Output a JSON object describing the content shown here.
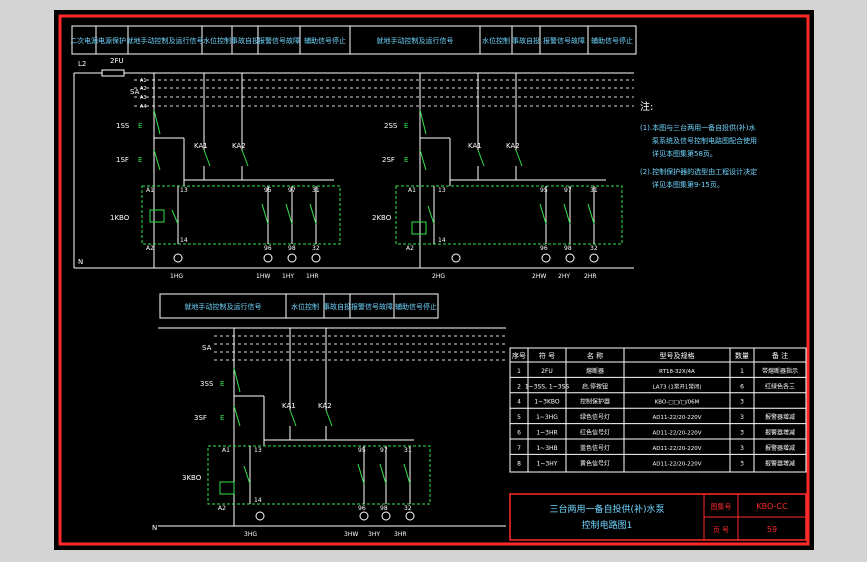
{
  "colors": {
    "frame": "#ff2a2a",
    "line": "#ffffff",
    "dash": "#d8d8d8",
    "wire": "#33e64d",
    "cyan": "#6fd6ff",
    "text": "#ffffff",
    "accent": "#ffd54a"
  },
  "header1": [
    "二次电源",
    "电源保护",
    "就地手动控制及运行信号",
    "水位控制",
    "事故自投",
    "报警信号故障",
    "辅助信号停止"
  ],
  "header2": [
    "就地手动控制及运行信号",
    "水位控制",
    "事故自投",
    "报警信号故障",
    "辅助信号停止"
  ],
  "header3": [
    "就地手动控制及运行信号",
    "水位控制",
    "事故自投",
    "报警信号故障",
    "辅助信号停止"
  ],
  "bus": {
    "l2": "L2",
    "fu": "2FU",
    "sa": "SA",
    "n": "N",
    "term_a1": "A1",
    "term_a2": "A2",
    "term_a3": "A3",
    "term_a4": "A4"
  },
  "ckt1": {
    "ss": "1SS",
    "sf": "1SF",
    "kbo": "1KBO",
    "ka1": "KA1",
    "ka2": "KA2",
    "hg": "1HG",
    "hr": "1HR",
    "hy": "1HY",
    "hw": "1HW",
    "e1": "E",
    "e2": "E",
    "a1": "A1",
    "a2": "A2",
    "t13": "13",
    "t14": "14",
    "t95": "95",
    "t96": "96",
    "t97": "97",
    "t98": "98",
    "t31": "31",
    "t32": "32"
  },
  "ckt2": {
    "ss": "2SS",
    "sf": "2SF",
    "kbo": "2KBO",
    "ka1": "KA1",
    "ka2": "KA2",
    "hg": "2HG",
    "hr": "2HR",
    "hy": "2HY",
    "hw": "2HW",
    "e1": "E",
    "e2": "E",
    "a1": "A1",
    "a2": "A2",
    "t13": "13",
    "t14": "14",
    "t95": "95",
    "t96": "96",
    "t97": "97",
    "t98": "98",
    "t31": "31",
    "t32": "32"
  },
  "ckt3": {
    "ss": "3SS",
    "sf": "3SF",
    "kbo": "3KBO",
    "ka1": "KA1",
    "ka2": "KA2",
    "hg": "3HG",
    "hr": "3HR",
    "hy": "3HY",
    "hw": "3HW",
    "e1": "E",
    "e2": "E",
    "a1": "A1",
    "a2": "A2",
    "t13": "13",
    "t14": "14",
    "t95": "95",
    "t96": "96",
    "t97": "97",
    "t98": "98",
    "t31": "31",
    "t32": "32",
    "sa": "SA",
    "n": "N"
  },
  "notes": {
    "title": "注:",
    "lines": [
      "(1).本图与三台两用一备自投供(补)水",
      "泵系统及信号控制电路图配合使用",
      "详见本图集第58页。",
      "(2).控制保护器的选型由工程设计决定",
      "详见本图集第9-15页。"
    ]
  },
  "table": {
    "headers": [
      "序号",
      "符 号",
      "名 称",
      "型号及规格",
      "数量",
      "备 注"
    ],
    "rows": [
      [
        "1",
        "2FU",
        "熔断器",
        "RT18-32X/4A",
        "1",
        "带熔断器指示"
      ],
      [
        "2",
        "1~3SS, 1~3SS",
        "启,停按钮",
        "LA73  (1常开1常闭)",
        "6",
        "红绿色各三"
      ],
      [
        "4",
        "1~3KBO",
        "控制保护器",
        "KBO-□□/□/06M",
        "3",
        ""
      ],
      [
        "5",
        "1~3HG",
        "绿色信号灯",
        "AD11-22/20-220V",
        "3",
        "报警器增减"
      ],
      [
        "6",
        "1~3HR",
        "红色信号灯",
        "AD11-22/20-220V",
        "3",
        "报警器增减"
      ],
      [
        "7",
        "1~3HB",
        "蓝色信号灯",
        "AD11-22/20-220V",
        "3",
        "报警器增减"
      ],
      [
        "8",
        "1~3HY",
        "黄色信号灯",
        "AD11-22/20-220V",
        "3",
        "报警器增减"
      ]
    ]
  },
  "titleblock": {
    "title1": "三台两用一备自投供(补)水泵",
    "title2": "控制电路图1",
    "label_atlas": "图集号",
    "atlas": "KBO-CC",
    "label_page": "页 号",
    "page": "59"
  }
}
